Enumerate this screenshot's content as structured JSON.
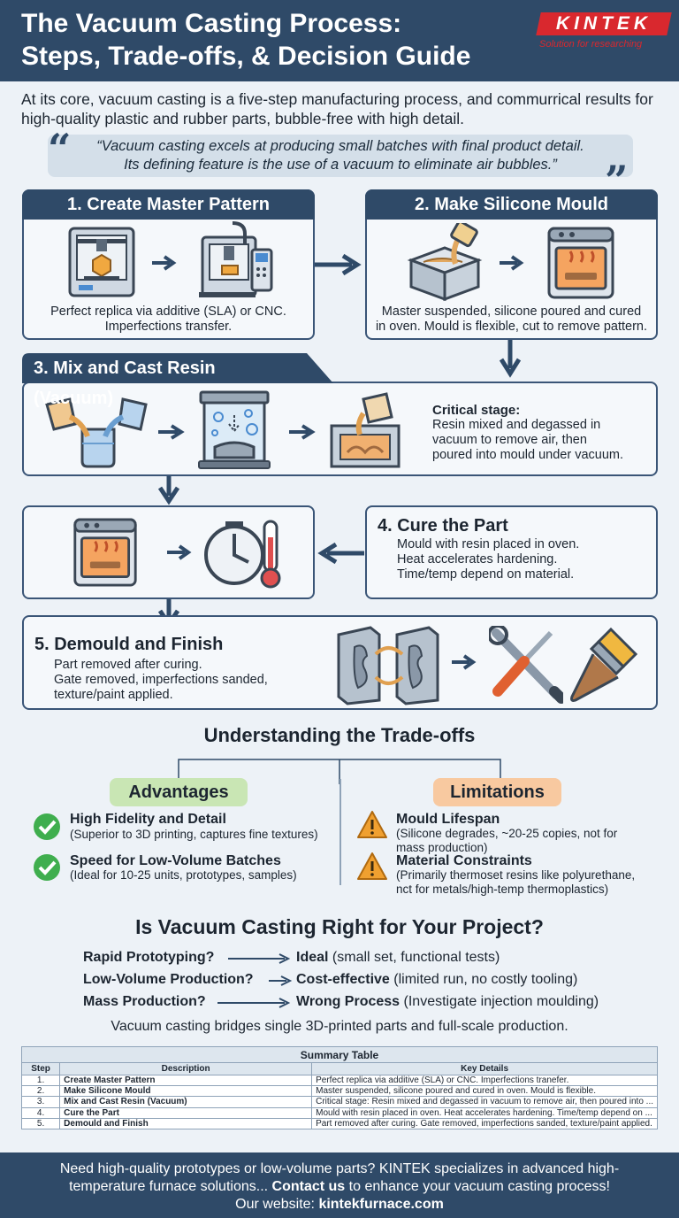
{
  "header": {
    "title_line1": "The Vacuum Casting Process:",
    "title_line2": "Steps, Trade-offs, & Decision Guide",
    "logo": "KINTEK",
    "logo_tagline": "Solution for researching"
  },
  "intro": "At its core, vacuum casting is a five-step manufacturing process, and commurrical results for high-quality plastic and rubber parts, bubble-free with high detail.",
  "quote": {
    "line1": "“Vacuum casting excels at producing small batches with final product detail.",
    "line2": "Its defining feature is the use of a vacuum to eliminate air bubbles.”",
    "open_mark": "“",
    "close_mark": "”"
  },
  "steps": [
    {
      "title": "1. Create Master Pattern",
      "text": [
        "Perfect replica via additive (SLA) or CNC.",
        "Imperfections transfer."
      ],
      "icons": [
        "3d-printer-icon",
        "cnc-machine-icon"
      ]
    },
    {
      "title": "2. Make Silicone Mould",
      "text": [
        "Master suspended, silicone poured and cured",
        "in oven. Mould is flexible, cut to remove pattern."
      ],
      "icons": [
        "pouring-silicone-icon",
        "oven-icon"
      ]
    },
    {
      "title": "3. Mix and Cast Resin (Vacuum)",
      "subtitle": "Critical stage:",
      "text": [
        "Resin mixed and degassed in",
        "vacuum to remove air, then",
        "poured into mould under vacuum."
      ],
      "icons": [
        "mixing-beakers-icon",
        "vacuum-chamber-icon",
        "pour-into-mould-icon"
      ]
    },
    {
      "title": "4. Cure the Part",
      "text": [
        "Mould with resin placed in oven.",
        "Heat accelerates hardening.",
        "Time/temp depend on material."
      ],
      "icons": [
        "oven-icon",
        "clock-thermometer-icon"
      ]
    },
    {
      "title": "5. Demould and Finish",
      "text": [
        "Part removed after curing.",
        "Gate removed, imperfections sanded,",
        "texture/paint applied."
      ],
      "icons": [
        "open-mould-icon",
        "tools-icon",
        "paintbrush-icon"
      ]
    }
  ],
  "tradeoffs": {
    "heading": "Understanding the Trade-offs",
    "advantages_label": "Advantages",
    "limitations_label": "Limitations",
    "advantages": [
      {
        "title": "High Fidelity and Detail",
        "detail": "(Superior to 3D printing, captures fine textures)"
      },
      {
        "title": "Speed for Low-Volume Batches",
        "detail": "(Ideal for 10-25 units, prototypes, samples)"
      }
    ],
    "limitations": [
      {
        "title": "Mould Lifespan",
        "detail_line1": "(Silicone degrades, ~20-25 copies, not for",
        "detail_line2": "mass production)"
      },
      {
        "title": "Material Constraints",
        "detail_line1": "(Primarily thermoset resins like polyurethane,",
        "detail_line2": "nct for metals/high-temp thermoplastics)"
      }
    ],
    "colors": {
      "advantages": "#c9e6b4",
      "limitations": "#f8c9a0",
      "check": "#3fae4e",
      "warning": "#f0a030"
    }
  },
  "decision": {
    "heading": "Is Vacuum Casting Right for Your Project?",
    "rows": [
      {
        "question": "Rapid Prototyping?",
        "answer_bold": "Ideal",
        "answer_rest": " (small set, functional tests)"
      },
      {
        "question": "Low-Volume Production?",
        "answer_bold": "Cost-effective",
        "answer_rest": " (limited run, no costly tooling)"
      },
      {
        "question": "Mass Production?",
        "answer_bold": "Wrong Process",
        "answer_rest": " (Investigate injection moulding)"
      }
    ],
    "summary": "Vacuum casting bridges single 3D-printed parts and full-scale production."
  },
  "table": {
    "caption": "Summary Table",
    "headers": [
      "Step",
      "Description",
      "Key Details"
    ],
    "rows": [
      [
        "1.",
        "Create Master Pattern",
        "Perfect replica via additive (SLA) or CNC. Imperfections tranefer."
      ],
      [
        "2.",
        "Make Silicone Mould",
        "Master suspended, silicone poured and cured in oven. Mould is flexible."
      ],
      [
        "3.",
        "Mix and Cast Resin (Vacuum)",
        "Critical stage: Resin mixed and degassed in vacuum to remove air, then poured into ..."
      ],
      [
        "4.",
        "Cure the Part",
        "Mould with resin placed in oven. Heat accelerates hardening. Time/temp depend on ..."
      ],
      [
        "5.",
        "Demould and Finish",
        "Part removed after curing. Gate removed, imperfections sanded, texture/paint applied."
      ]
    ]
  },
  "footer": {
    "line1": "Need high-quality prototypes or low-volume parts? KINTEK specializes in advanced high-",
    "line2_pre": "temperature furnace solutions... ",
    "line2_link": "Contact us",
    "line2_post": " to enhance your vacuum casting process!",
    "line3_pre": "Our website: ",
    "line3_link": "kintekfurnace.com"
  },
  "colors": {
    "navy": "#2f4a68",
    "panel_bg": "#f5f8fb",
    "page_bg": "#edf2f7",
    "brand_red": "#d9282e"
  }
}
